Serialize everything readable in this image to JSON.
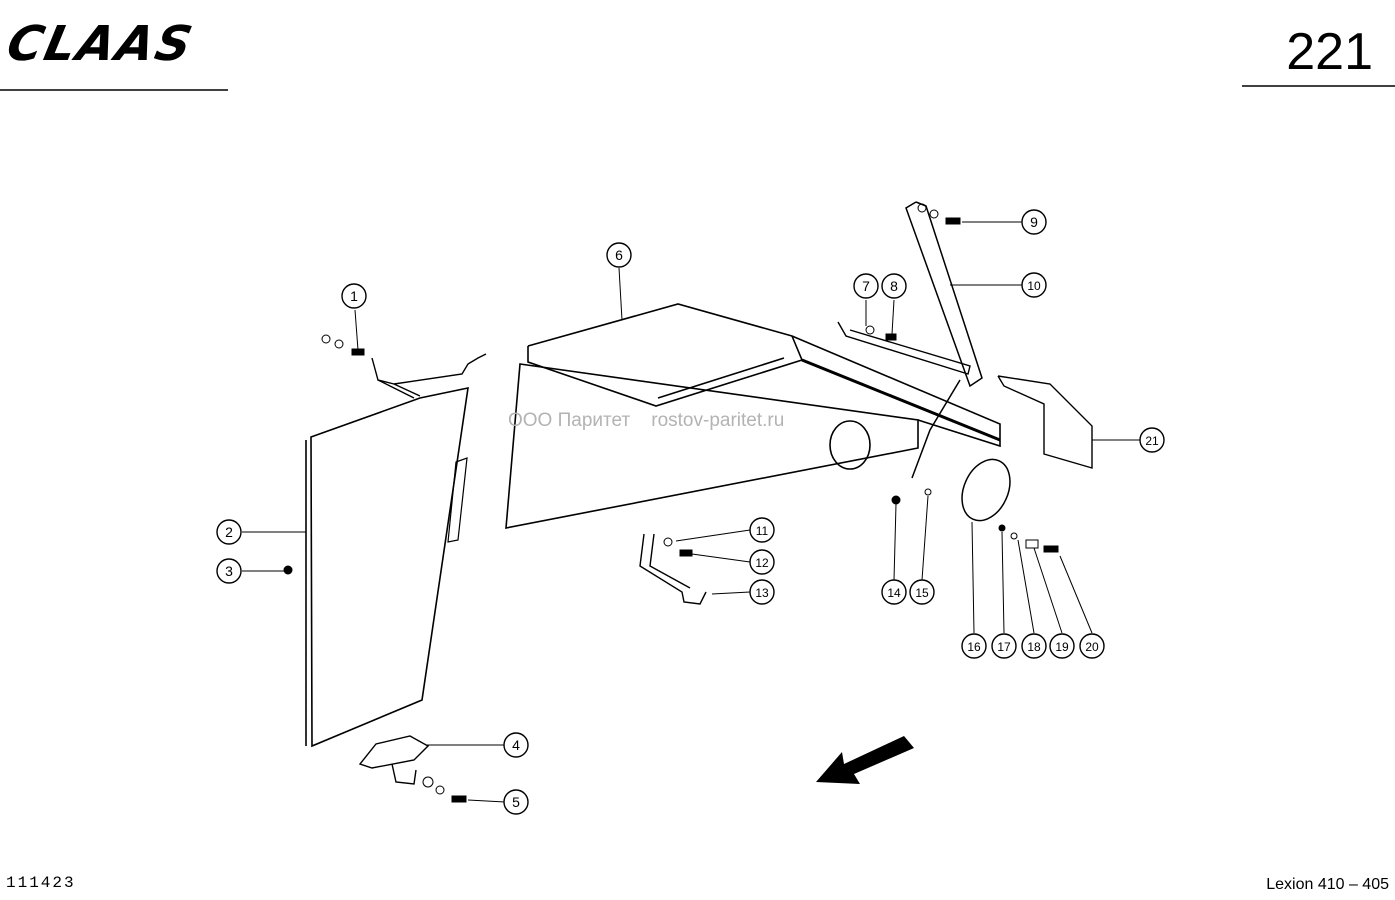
{
  "header": {
    "brand": "CLAAS",
    "page_number": "221"
  },
  "footer": {
    "document_number": "111423",
    "model": "Lexion 410 – 405"
  },
  "watermark": "ООО Паритет    rostov-paritet.ru",
  "callouts": [
    {
      "label": "1"
    },
    {
      "label": "2"
    },
    {
      "label": "3"
    },
    {
      "label": "4"
    },
    {
      "label": "5"
    },
    {
      "label": "6"
    },
    {
      "label": "7"
    },
    {
      "label": "8"
    },
    {
      "label": "9"
    },
    {
      "label": "10"
    },
    {
      "label": "11"
    },
    {
      "label": "12"
    },
    {
      "label": "13"
    },
    {
      "label": "14"
    },
    {
      "label": "15"
    },
    {
      "label": "16"
    },
    {
      "label": "17"
    },
    {
      "label": "18"
    },
    {
      "label": "19"
    },
    {
      "label": "20"
    },
    {
      "label": "21"
    }
  ]
}
